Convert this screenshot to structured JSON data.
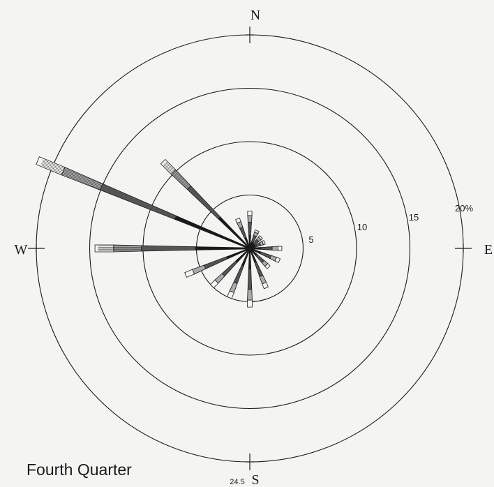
{
  "caption": "Fourth Quarter",
  "chart_data": {
    "type": "wind-rose",
    "title": "",
    "caption": "Fourth Quarter",
    "radial_axis": {
      "ticks": [
        5,
        10,
        15,
        20
      ],
      "tick_labels": [
        "5",
        "10",
        "15",
        "20%"
      ],
      "max": 20
    },
    "compass_labels": {
      "north": "N",
      "east": "E",
      "south": "S",
      "west": "W"
    },
    "annotations": [
      "24.5"
    ],
    "directions": [
      {
        "dir": "N",
        "angle": 0,
        "value": 3.5
      },
      {
        "dir": "NNE",
        "angle": 22.5,
        "value": 1.8
      },
      {
        "dir": "NE",
        "angle": 45,
        "value": 1.5
      },
      {
        "dir": "ENE",
        "angle": 67.5,
        "value": 1.5
      },
      {
        "dir": "E",
        "angle": 90,
        "value": 3.0
      },
      {
        "dir": "ESE",
        "angle": 112.5,
        "value": 3.0
      },
      {
        "dir": "SE",
        "angle": 135,
        "value": 2.5
      },
      {
        "dir": "SSE",
        "angle": 157.5,
        "value": 4.0
      },
      {
        "dir": "S",
        "angle": 180,
        "value": 5.5
      },
      {
        "dir": "SSW",
        "angle": 202.5,
        "value": 5.0
      },
      {
        "dir": "SW",
        "angle": 225,
        "value": 5.0
      },
      {
        "dir": "WSW",
        "angle": 247.5,
        "value": 6.5
      },
      {
        "dir": "W",
        "angle": 270,
        "value": 14.5
      },
      {
        "dir": "WNW",
        "angle": 292.5,
        "value": 21.5
      },
      {
        "dir": "NW",
        "angle": 315,
        "value": 11.5
      },
      {
        "dir": "NNW",
        "angle": 337.5,
        "value": 3.0
      }
    ],
    "colors": {
      "ink": "#1a1a1a",
      "background": "#f4f4f2"
    }
  }
}
